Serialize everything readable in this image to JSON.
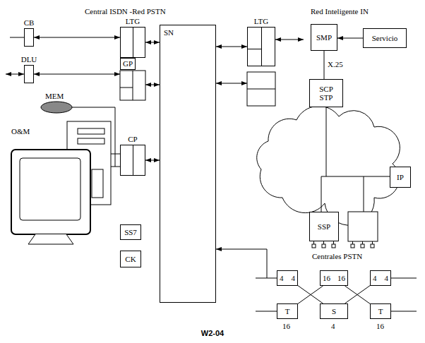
{
  "diagram": {
    "title": "Central ISDN -Red PSTN",
    "caption": "W2-04",
    "nodes": [
      {
        "text": [
          "CB"
        ]
      },
      {
        "text": [
          "LTG"
        ]
      },
      {
        "text": [
          "GP"
        ]
      },
      {
        "text": [
          "DLU"
        ]
      },
      {
        "text": [
          "CP"
        ]
      },
      {
        "text": [
          "SS7"
        ]
      },
      {
        "text": [
          "CK"
        ]
      },
      {
        "text": [
          "SN"
        ]
      },
      {
        "text": [
          "LTG"
        ]
      },
      {
        "text": [
          "SMP"
        ]
      },
      {
        "text": [
          "Servicio"
        ]
      },
      {
        "text": [
          "SCP STP"
        ]
      },
      {
        "text": [
          "IP"
        ]
      },
      {
        "text": [
          "SSP"
        ]
      },
      {
        "text": [
          "4",
          "4"
        ]
      },
      {
        "text": [
          "16",
          "16"
        ]
      },
      {
        "text": [
          "4",
          "4"
        ]
      },
      {
        "text": [
          "T"
        ]
      },
      {
        "text": [
          "S"
        ]
      },
      {
        "text": [
          "T"
        ]
      }
    ],
    "edges": [
      {
        "from": 0,
        "to": 1,
        "arrow": "both"
      },
      {
        "from": 1,
        "to": 7,
        "arrow": "both"
      },
      {
        "from": 4,
        "to": 7,
        "arrow": "both"
      },
      {
        "from": 7,
        "to": 8,
        "arrow": "both"
      },
      {
        "from": 10,
        "to": 9,
        "arrow": "to"
      },
      {
        "from": 9,
        "to": 11,
        "label": "X.25",
        "arrow": "none"
      },
      {
        "from": 14,
        "to": 18,
        "arrow": "none"
      },
      {
        "from": 17,
        "to": 15,
        "arrow": "none"
      },
      {
        "from": 15,
        "to": 19,
        "arrow": "none"
      },
      {
        "from": 18,
        "to": 16,
        "arrow": "none"
      }
    ],
    "labels": [
      "Red Inteligente IN",
      "MEM",
      "O&M",
      "Centrales PSTN",
      "16",
      "4",
      "16"
    ]
  }
}
